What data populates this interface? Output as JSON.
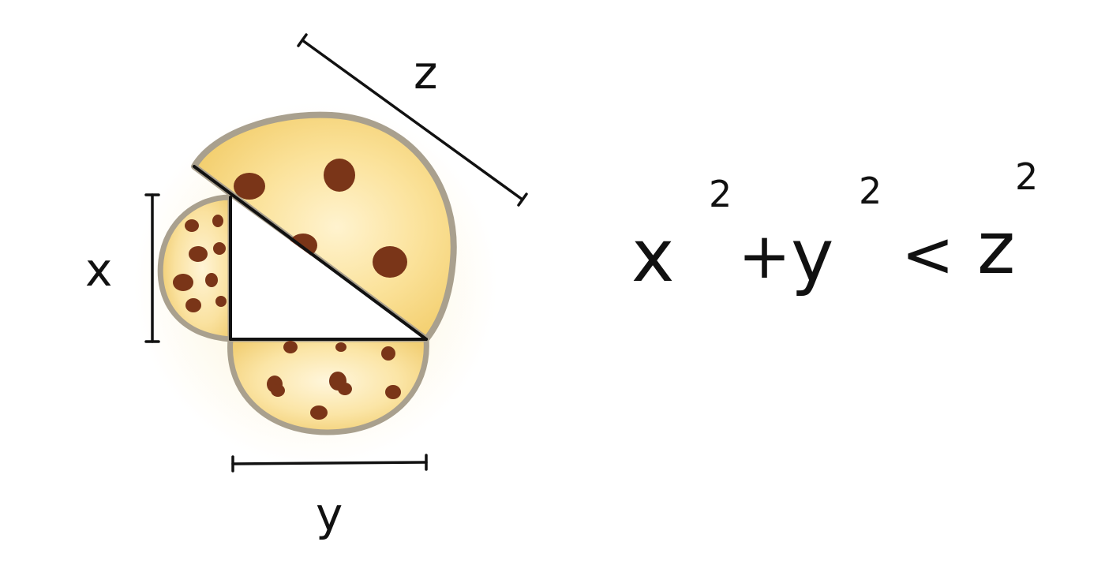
{
  "diagram": {
    "labels": {
      "x": "x",
      "y": "y",
      "z": "z"
    },
    "equation": {
      "term1": "x",
      "exp1": "2",
      "op_plus": "+",
      "term2": "y",
      "exp2": "2",
      "op_relation": "<",
      "term3": "z",
      "exp3": "2"
    },
    "colors": {
      "cookie_fill": "#f8dc8a",
      "cookie_center": "#fff1c4",
      "cookie_rim": "#a9a08e",
      "chocolate_chip": "#7a3518",
      "ink": "#111111",
      "triangle_fill": "#ffffff"
    }
  }
}
